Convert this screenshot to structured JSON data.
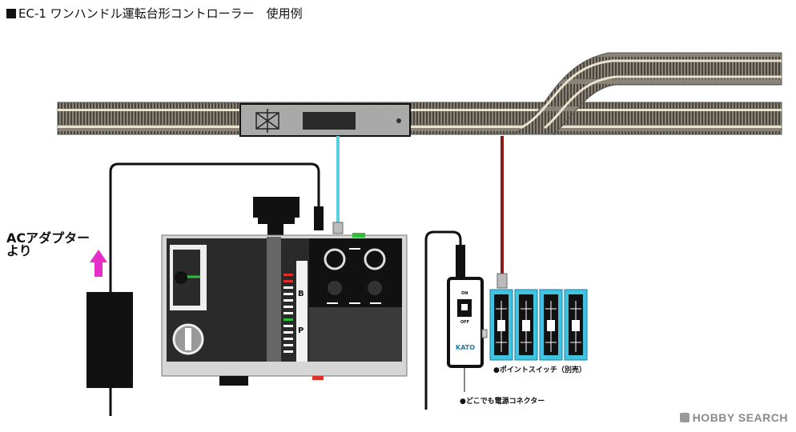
{
  "title": "EC-1 ワンハンドル運転台形コントローラー　使用例",
  "labels": {
    "ac_adapter_line1": "ACアダプター",
    "ac_adapter_line2": "より",
    "point_switch": "●ポイントスイッチ（別売）",
    "power_connector": "●どこでも電源コネクター",
    "brake_mark": "B",
    "power_mark": "P",
    "switch_on": "ON",
    "switch_off": "OFF",
    "brand": "KATO"
  },
  "watermark": "HOBBY SEARCH",
  "colors": {
    "track_ballast": "#7d776d",
    "rail": "#e8e2cf",
    "controller_body": "#2a2a2a",
    "controller_case": "#cfcfcf",
    "point_switch": "#3ec4e0",
    "wire_cyan": "#58d0e0",
    "wire_red": "#8b1a1a",
    "arrow_magenta": "#e82ec8",
    "indicator_red": "#e0302a",
    "indicator_green": "#2fbf3a"
  }
}
